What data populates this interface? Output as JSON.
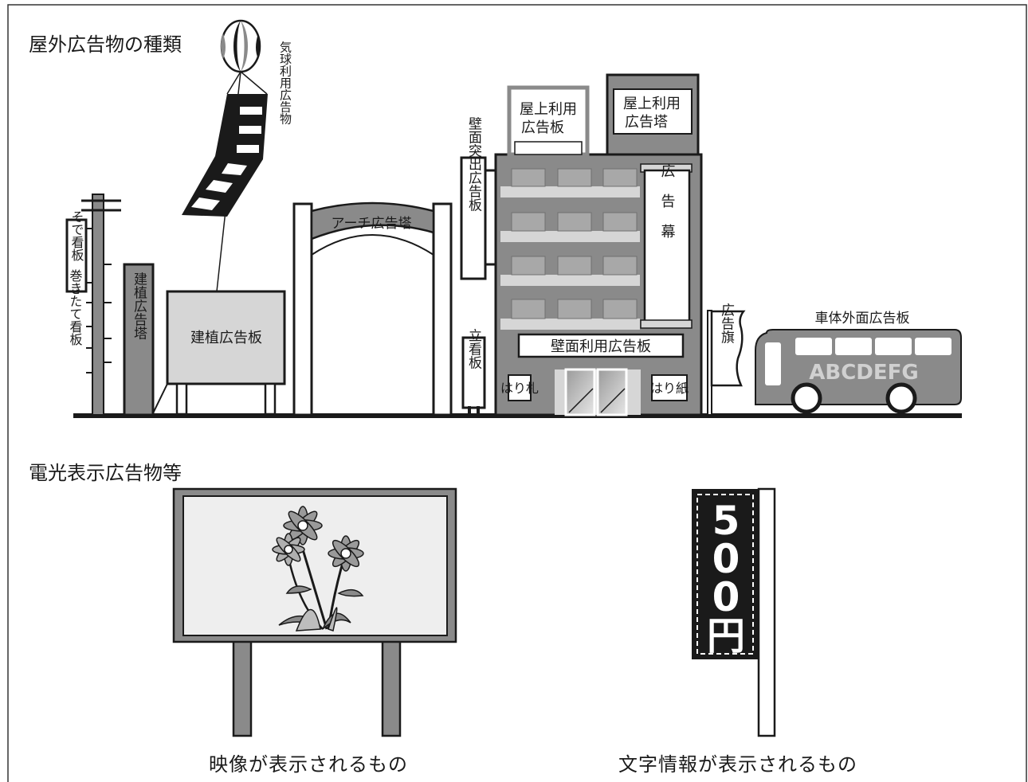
{
  "sections": {
    "outdoor_title": "屋外広告物の種類",
    "electric_title": "電光表示広告物等"
  },
  "labels": {
    "balloon": "気球利用広告物",
    "sode": "そで看板",
    "maki": "巻きたて看板",
    "tatekan_tou": "建植広告塔",
    "tatekan_ban": "建植広告板",
    "arch": "アーチ広告塔",
    "wall_protrude": "壁面突出広告板",
    "roof_board": [
      "屋上利用",
      "広告板"
    ],
    "roof_tower": [
      "屋上利用",
      "広告塔"
    ],
    "banner_cloth": "広告幕",
    "wall_board": "壁面利用広告板",
    "tatekanban": "立看板",
    "harifuda": "はり札",
    "harigami": "はり紙",
    "flag": "広告旗",
    "bus_caption": "車体外面広告板",
    "bus_text": "ABCDEFG",
    "price_digits": [
      "5",
      "0",
      "0",
      "円"
    ]
  },
  "captions": {
    "video": "映像が表示されるもの",
    "text": "文字情報が表示されるもの"
  },
  "colors": {
    "dark": "#1a1a1a",
    "gray": "#7a7a7a",
    "light_gray": "#d6d6d6",
    "building": "#8a8a8a"
  }
}
